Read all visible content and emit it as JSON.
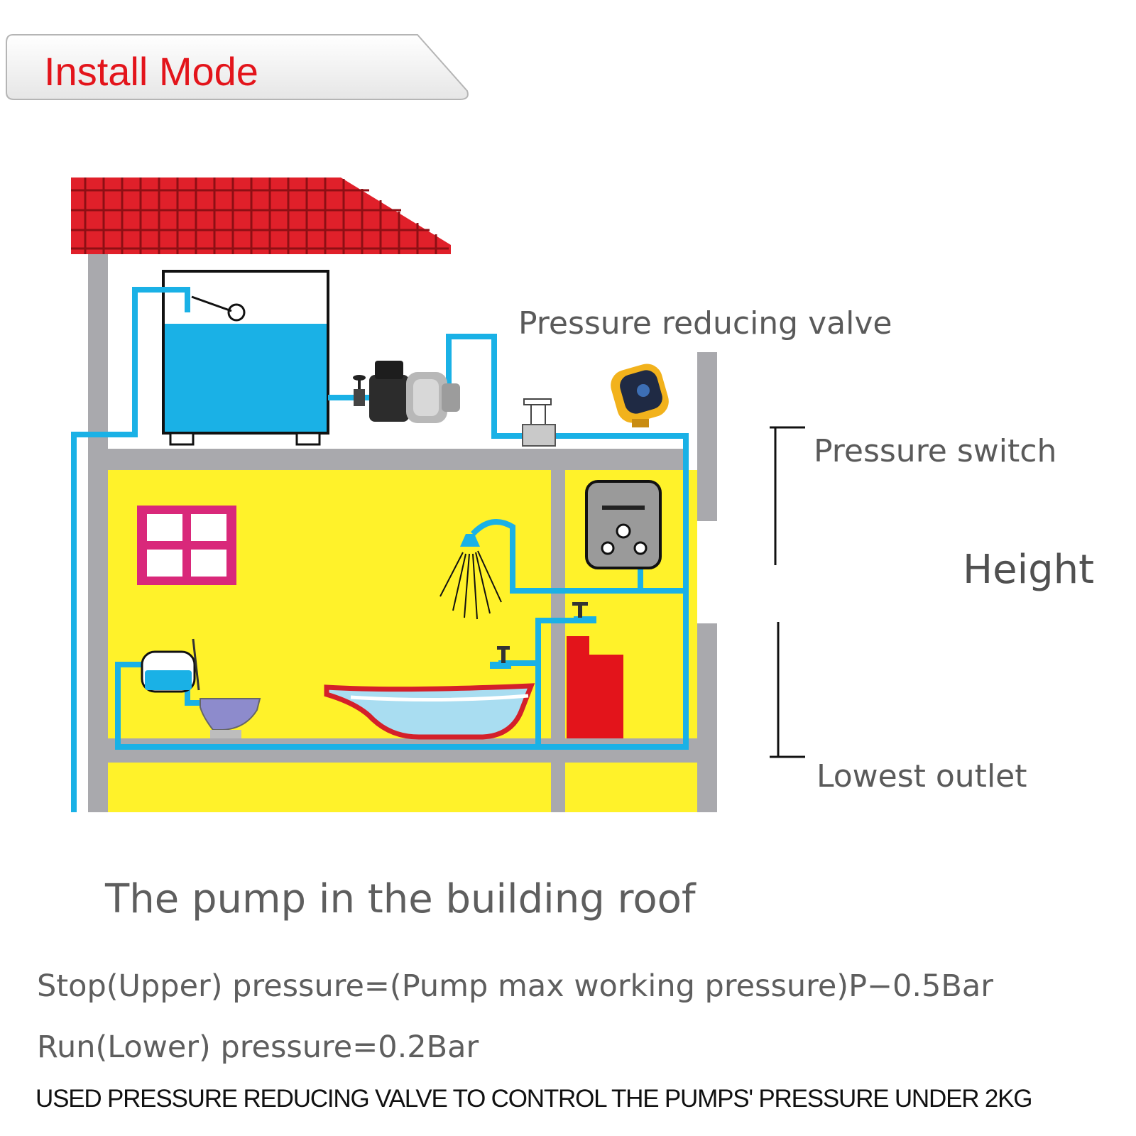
{
  "header": {
    "title": "Install Mode"
  },
  "diagram": {
    "labels": {
      "pressure_reducing_valve": "Pressure reducing valve",
      "pressure_switch": "Pressure switch",
      "height": "Height",
      "lowest_outlet": "Lowest outlet"
    },
    "colors": {
      "roof": "#e0202a",
      "wall": "#fff22a",
      "pipe": "#1ab1e6",
      "structure": "#a9a9ad",
      "window": "#d9287a",
      "accent_red": "#e3141b"
    }
  },
  "caption": "The pump in the building roof",
  "formulas": {
    "stop": "Stop(Upper) pressure=(Pump max working pressure)P−0.5Bar",
    "run": "Run(Lower) pressure=0.2Bar"
  },
  "note": "USED PRESSURE REDUCING VALVE TO CONTROL THE PUMPS' PRESSURE UNDER 2KG"
}
